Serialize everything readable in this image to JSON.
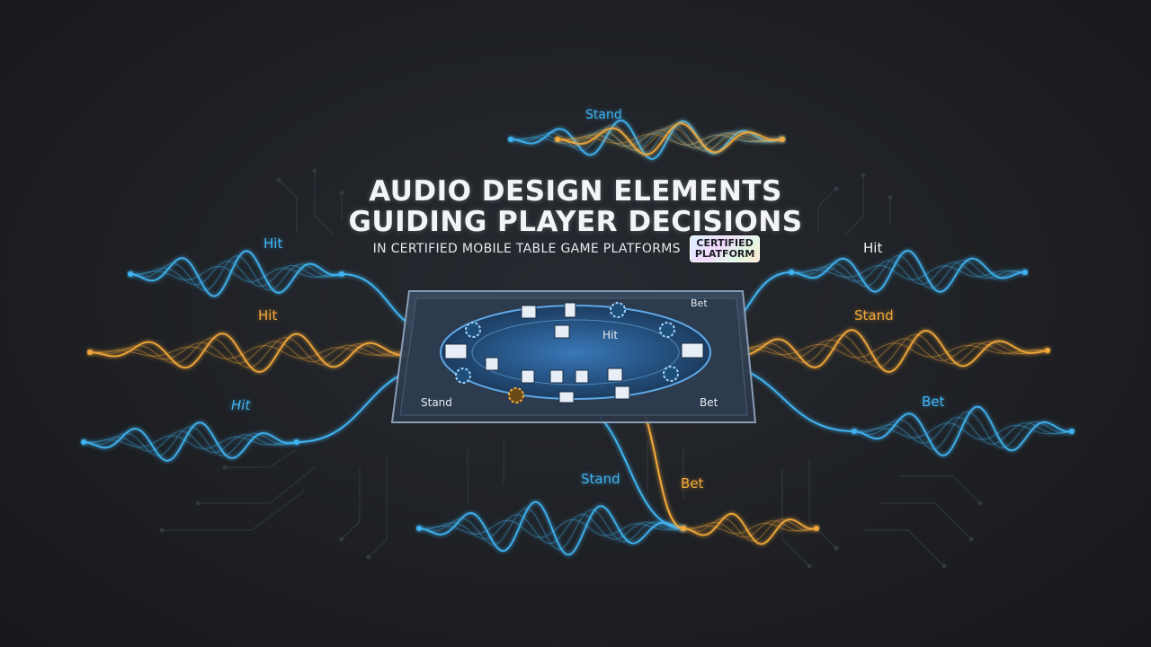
{
  "title": {
    "line1": "AUDIO DESIGN ELEMENTS",
    "line2": "GUIDING PLAYER DECISIONS",
    "subtitle": "IN CERTIFIED MOBILE TABLE GAME PLATFORMS",
    "badge_line1": "CERTIFIED",
    "badge_line2": "PLATFORM"
  },
  "waves": [
    {
      "label": "Stand",
      "color": "blue"
    },
    {
      "label": "Hit",
      "color": "blue"
    },
    {
      "label": "Hit",
      "color": "orange"
    },
    {
      "label": "Hit",
      "color": "blue"
    },
    {
      "label": "Hit",
      "color": "white"
    },
    {
      "label": "Stand",
      "color": "orange"
    },
    {
      "label": "Bet",
      "color": "blue"
    },
    {
      "label": "Stand",
      "color": "blue"
    },
    {
      "label": "Bet",
      "color": "orange"
    }
  ],
  "tablet": {
    "center_label": "Hit",
    "top_right_label": "Bet",
    "bottom_left_label": "Stand",
    "bottom_right_label": "Bet"
  },
  "colors": {
    "blue": "#3fb4f2",
    "orange": "#f3a93a",
    "background": "#1c1e22"
  }
}
